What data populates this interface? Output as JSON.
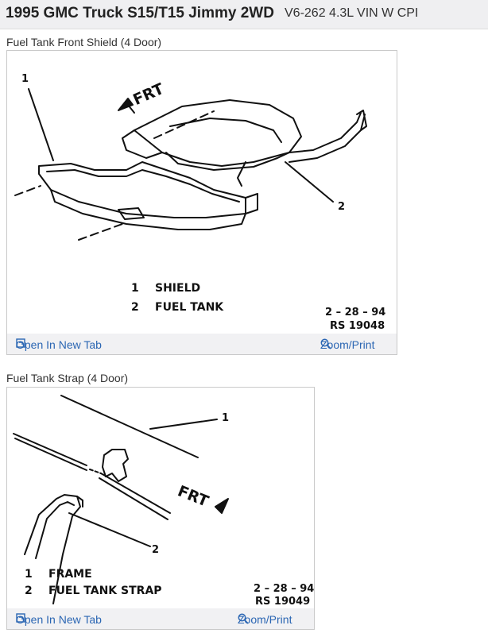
{
  "header": {
    "title": "1995 GMC Truck S15/T15 Jimmy 2WD",
    "subtitle": "V6-262 4.3L VIN W CPI"
  },
  "figures": [
    {
      "caption": "Fuel Tank Front Shield (4 Door)",
      "callouts": [
        "1",
        "2"
      ],
      "direction_label": "FRT",
      "legend": [
        {
          "num": "1",
          "label": "SHIELD"
        },
        {
          "num": "2",
          "label": "FUEL TANK"
        }
      ],
      "date": "2 – 28 – 94",
      "ref": "RS 19048",
      "open_label": "Open In New Tab",
      "zoom_label": "Zoom/Print"
    },
    {
      "caption": "Fuel Tank Strap (4 Door)",
      "callouts": [
        "1",
        "2"
      ],
      "direction_label": "FRT",
      "legend": [
        {
          "num": "1",
          "label": "FRAME"
        },
        {
          "num": "2",
          "label": "FUEL TANK STRAP"
        }
      ],
      "date": "2 – 28 – 94",
      "ref": "RS 19049",
      "open_label": "Open In New Tab",
      "zoom_label": "Zoom/Print"
    }
  ],
  "colors": {
    "link": "#2b66b3",
    "header_bg": "#efeff1",
    "footer_bg": "#f1f1f3"
  },
  "icons": {
    "open": "open-new-tab-icon",
    "zoom": "zoom-magnifier-icon"
  }
}
